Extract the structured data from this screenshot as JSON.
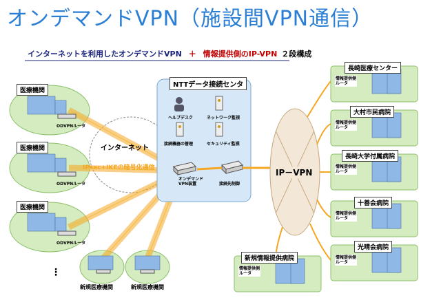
{
  "title": "オンデマンドVPN（施設間VPN通信）",
  "subtitle": {
    "part1": "インターネットを利用したオンデマンドVPN",
    "plus": "＋",
    "part2": "情報提供側のIP-VPN",
    "part3": "２段構成"
  },
  "left_facilities": [
    {
      "label": "医療機関",
      "router": "ODVPNルータ"
    },
    {
      "label": "医療機関",
      "router": "ODVPNルータ"
    },
    {
      "label": "医療機関",
      "router": "ODVPNルータ"
    }
  ],
  "new_facilities": [
    "新規医療機関",
    "新規医療機関"
  ],
  "ellipsis": "⋮",
  "internet": {
    "label": "インターネット",
    "encryption": "IPsec+IKEの暗号化通信"
  },
  "center": {
    "title": "NTTデータ接続センタ",
    "items": [
      "ヘルプデスク",
      "ネットワーク監視",
      "接続機器の管理",
      "セキュリティ監視"
    ],
    "ondemand": "オンデマンド\nVPN装置",
    "connector": "接続先制御"
  },
  "ipvpn": "IP－VPN",
  "hospitals": [
    {
      "name": "長崎医療センター",
      "router": "情報提供側\nルータ"
    },
    {
      "name": "大村市民病院",
      "router": "情報提供側\nルータ"
    },
    {
      "name": "長崎大学付属病院",
      "router": "情報提供側\nルータ"
    },
    {
      "name": "十善会病院",
      "router": "情報提供側\nルータ"
    },
    {
      "name": "光晴会病院",
      "router": "情報提供側\nルータ"
    }
  ],
  "new_provider": {
    "name": "新規情報提供病院",
    "router": "情報提供側\nルータ"
  },
  "colors": {
    "title": "#2a7fd4",
    "center_bg": "#d6e8f7",
    "ellipse": "#cfe9b8",
    "tunnel": "#f5a623",
    "link": "#f5a623"
  }
}
